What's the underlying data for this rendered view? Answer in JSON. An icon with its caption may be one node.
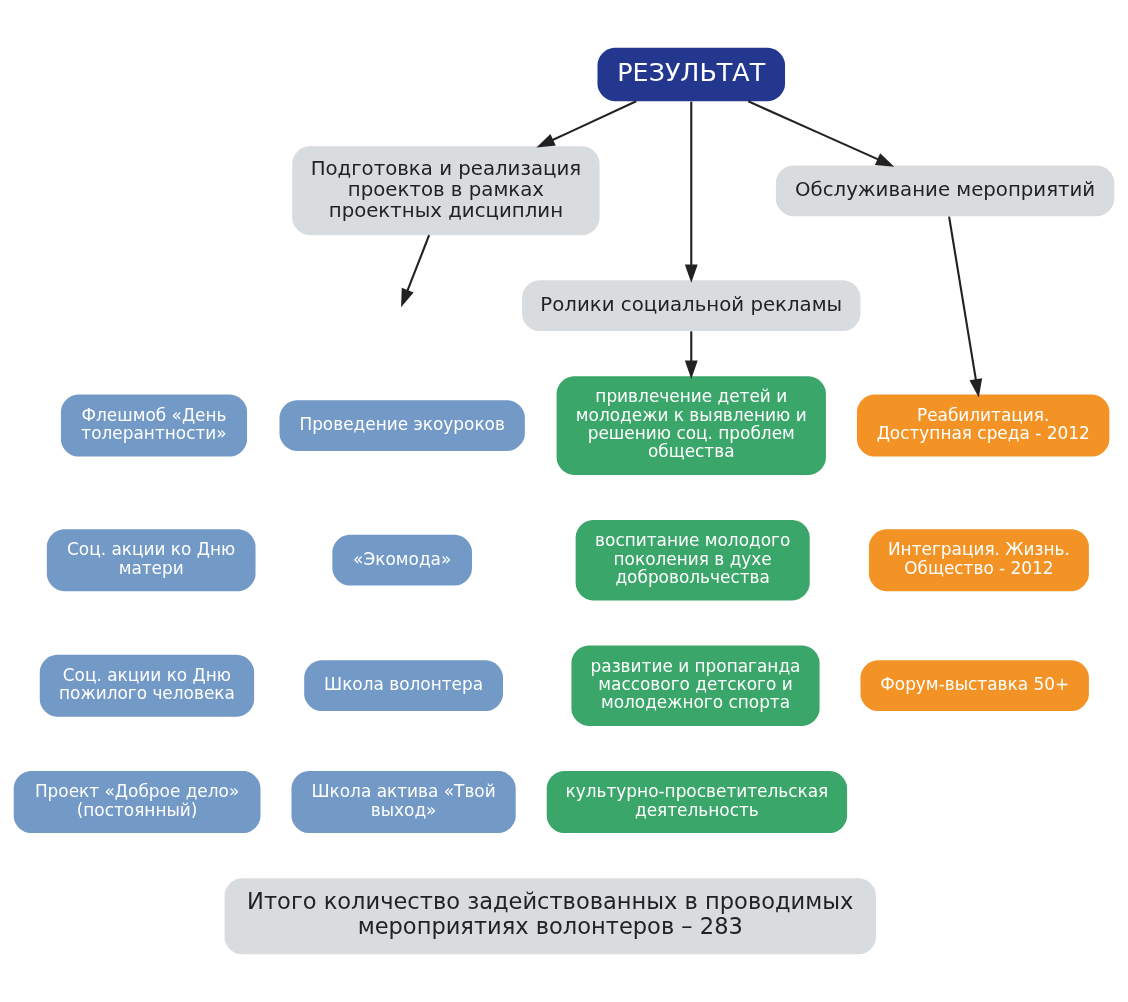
{
  "diagram": {
    "nodes": [
      {
        "text": [
          "РЕЗУЛЬТАТ"
        ]
      },
      {
        "text": [
          "Подготовка и реализация проектов в рамках проектных дисциплин"
        ]
      },
      {
        "text": [
          "Ролики социальной рекламы"
        ]
      },
      {
        "text": [
          "Обслуживание мероприятий"
        ]
      },
      {
        "text": [
          "Флешмоб «День толерантности»"
        ]
      },
      {
        "text": [
          "Проведение экоуроков"
        ]
      },
      {
        "text": [
          "Соц. акции ко Дню матери"
        ]
      },
      {
        "text": [
          "«Экомода»"
        ]
      },
      {
        "text": [
          "Соц. акции ко Дню пожилого человека"
        ]
      },
      {
        "text": [
          "Школа волонтера"
        ]
      },
      {
        "text": [
          "Проект «Доброе дело» (постоянный)"
        ]
      },
      {
        "text": [
          "Школа актива «Твой выход»"
        ]
      },
      {
        "text": [
          "привлечение детей и молодежи к выявлению и решению соц. проблем общества"
        ]
      },
      {
        "text": [
          "воспитание молодого поколения в духе добровольчества"
        ]
      },
      {
        "text": [
          "развитие и пропаганда массового детского и молодежного спорта"
        ]
      },
      {
        "text": [
          "культурно-просветительская деятельность"
        ]
      },
      {
        "text": [
          "Реабилитация. Доступная среда - 2012"
        ]
      },
      {
        "text": [
          "Интеграция. Жизнь. Общество - 2012"
        ]
      },
      {
        "text": [
          "Форум-выставка 50+"
        ]
      },
      {
        "text": [
          "Итого количество задействованных в проводимых мероприятиях волонтеров – 283"
        ]
      }
    ],
    "edges": [
      {
        "from": 0,
        "to": 1,
        "arrow": "to"
      },
      {
        "from": 0,
        "to": 2,
        "arrow": "to"
      },
      {
        "from": 0,
        "to": 3,
        "arrow": "to"
      },
      {
        "from": 1,
        "to": null,
        "arrow": "to"
      },
      {
        "from": 2,
        "to": 12,
        "arrow": "to"
      },
      {
        "from": 3,
        "to": 16,
        "arrow": "to"
      }
    ]
  }
}
